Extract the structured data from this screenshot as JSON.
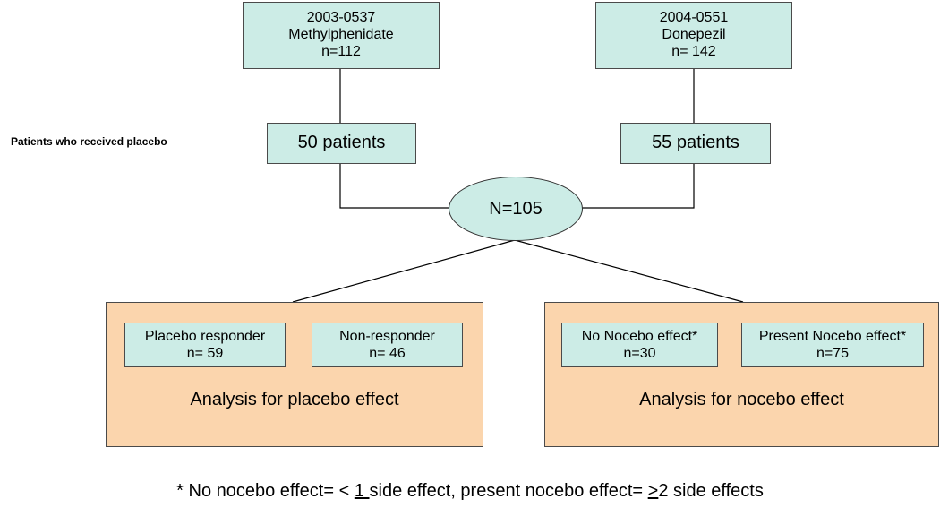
{
  "colors": {
    "node_fill": "#ccece6",
    "panel_fill": "#fbd5ad",
    "line": "#000000",
    "text": "#000000"
  },
  "side_label": "Patients who received placebo",
  "studies": [
    {
      "id": "2003-0537",
      "drug": "Methylphenidate",
      "n": "n=112"
    },
    {
      "id": "2004-0551",
      "drug": "Donepezil",
      "n": "n= 142"
    }
  ],
  "placebo_groups": [
    "50 patients",
    "55 patients"
  ],
  "pooled": "N=105",
  "panels": [
    {
      "caption": "Analysis for placebo effect",
      "groups": [
        {
          "label": "Placebo responder",
          "n": "n= 59"
        },
        {
          "label": "Non-responder",
          "n": "n= 46"
        }
      ]
    },
    {
      "caption": "Analysis for nocebo effect",
      "groups": [
        {
          "label": "No Nocebo effect*",
          "n": "n=30"
        },
        {
          "label": "Present Nocebo effect*",
          "n": "n=75"
        }
      ]
    }
  ],
  "footnote": {
    "part1": "* No nocebo effect= < ",
    "underlined1": "1 ",
    "part2": "side effect, present nocebo effect= ",
    "underlined2": ">",
    "part3": "2 side effects"
  }
}
